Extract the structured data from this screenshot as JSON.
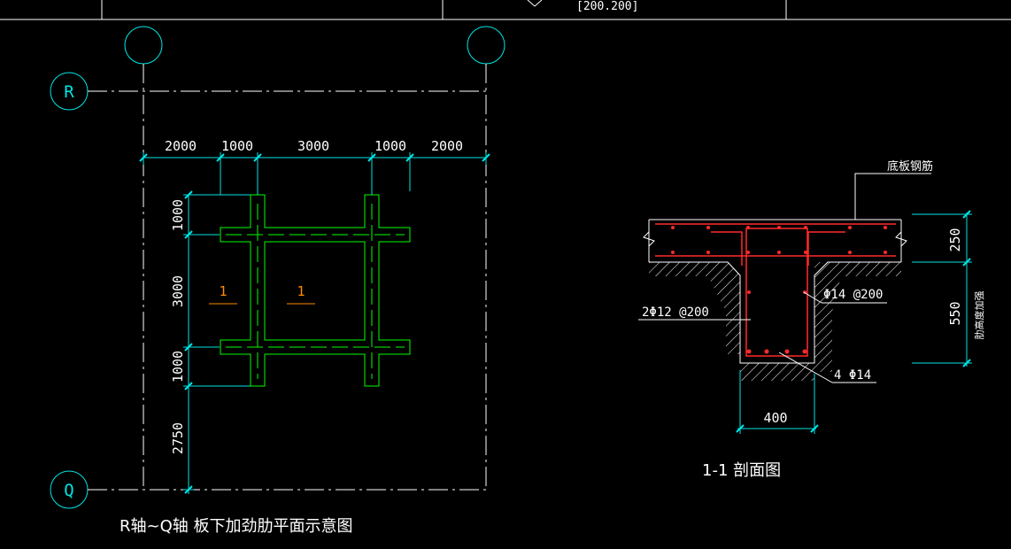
{
  "colors": {
    "background": "#000000",
    "axis": "#00e5e5",
    "dimension": "#00e5e5",
    "rib": "#00ff00",
    "rebar": "#ff2a2a",
    "text": "#ffffff",
    "section_mark": "#ff8c00"
  },
  "top_bar": {
    "value": "[200.200]"
  },
  "axes": {
    "r_label": "R",
    "q_label": "Q"
  },
  "plan": {
    "title": "R轴~Q轴 板下加劲肋平面示意图",
    "top_dims": [
      "2000",
      "1000",
      "3000",
      "1000",
      "2000"
    ],
    "left_dims": [
      "1000",
      "3000",
      "1000",
      "2750"
    ],
    "section_marks": [
      "1",
      "1"
    ]
  },
  "section": {
    "title": "1-1  剖面图",
    "slab_rebar_label": "底板钢筋",
    "stirrup_label": "Φ14 @200",
    "side_bar_label": "2Φ12 @200",
    "bottom_bar_label": "4 Φ14",
    "width_dim": "400",
    "slab_thickness_dim": "250",
    "rib_height_dim": "550",
    "rib_height_caption": "肋高度加强"
  }
}
